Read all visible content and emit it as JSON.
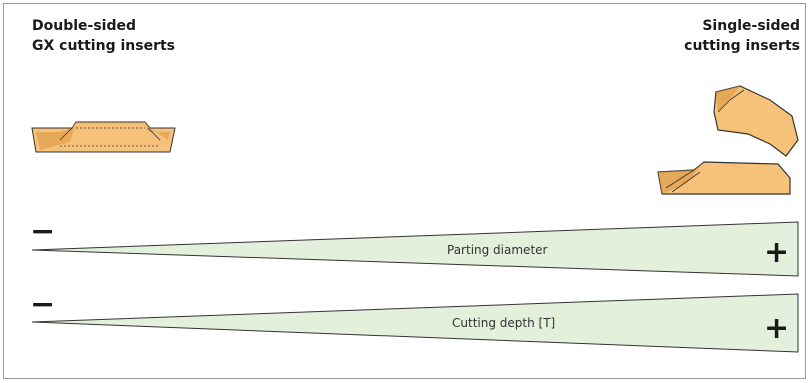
{
  "left_heading": {
    "line1": "Double-sided",
    "line2": "GX cutting inserts"
  },
  "right_heading": {
    "line1": "Single-sided",
    "line2": "cutting inserts"
  },
  "wedges": [
    {
      "label": "Parting diameter",
      "minus": "−",
      "plus": "+"
    },
    {
      "label": "Cutting depth [T]",
      "minus": "−",
      "plus": "+"
    }
  ],
  "colors": {
    "wedge_fill": "#e3f0dc",
    "insert_fill": "#f6c27a",
    "insert_dark": "#d9963f",
    "outline": "#333333"
  }
}
